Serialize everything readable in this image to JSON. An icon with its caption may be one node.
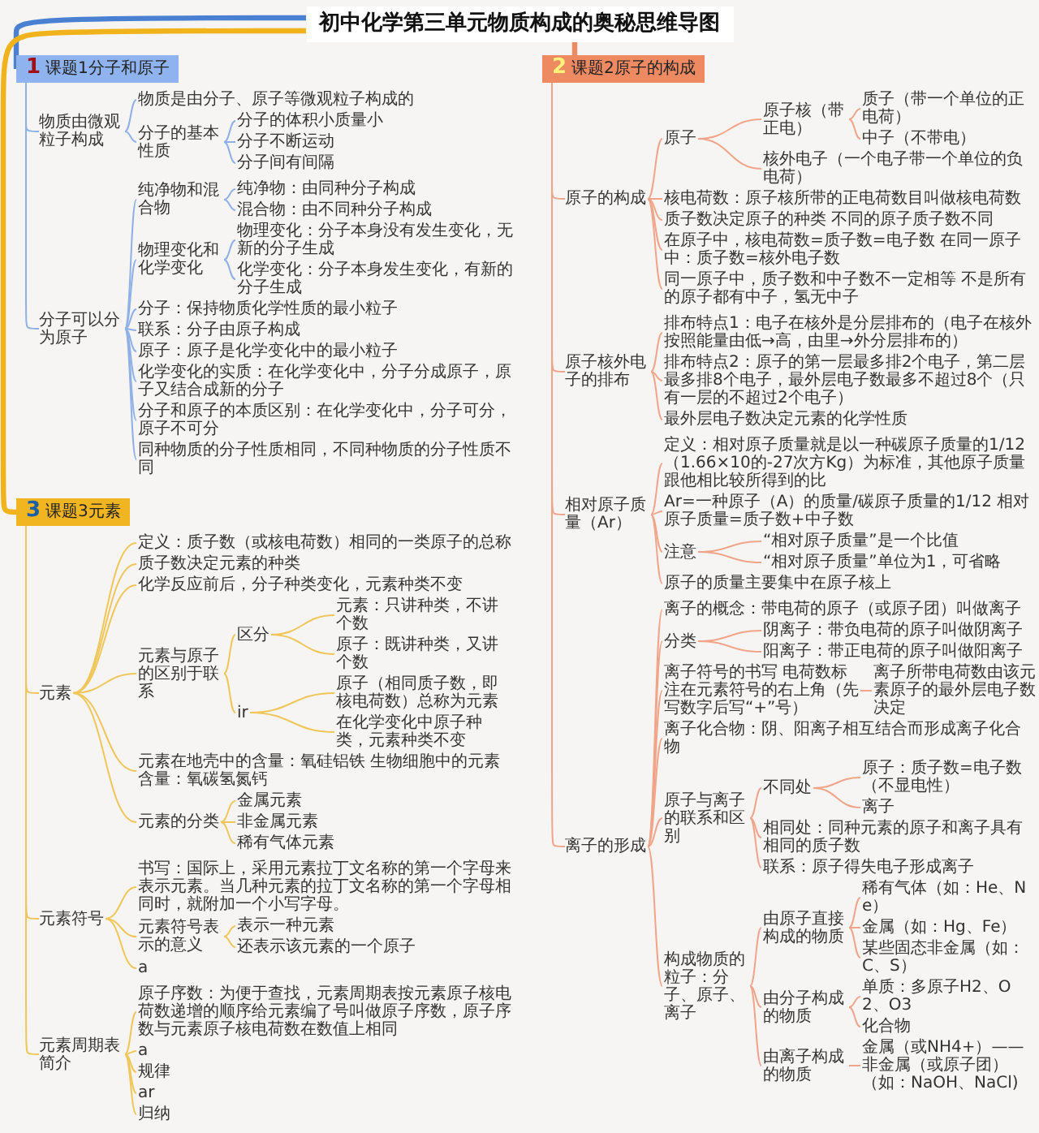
{
  "diagram": {
    "nodes": [
      {
        "text": [
          "初中化学第三单元物质构成的奥秘思维导图"
        ]
      },
      {
        "text": [
          "1",
          "课题1分子和原子"
        ]
      },
      {
        "text": [
          "物质由微观粒子构成"
        ]
      },
      {
        "text": [
          "物质是由分子、原子等微观粒子构成的"
        ]
      },
      {
        "text": [
          "分子的基本性质"
        ]
      },
      {
        "text": [
          "分子的体积小质量小"
        ]
      },
      {
        "text": [
          "分子不断运动"
        ]
      },
      {
        "text": [
          "分子间有间隔"
        ]
      },
      {
        "text": [
          "分子可以分为原子"
        ]
      },
      {
        "text": [
          "纯净物和混合物"
        ]
      },
      {
        "text": [
          "纯净物：由同种分子构成"
        ]
      },
      {
        "text": [
          "混合物：由不同种分子构成"
        ]
      },
      {
        "text": [
          "物理变化和化学变化"
        ]
      },
      {
        "text": [
          "物理变化：分子本身没有发生变化，无新的分子生成"
        ]
      },
      {
        "text": [
          "化学变化：分子本身发生变化，有新的分子生成"
        ]
      },
      {
        "text": [
          "分子：保持物质化学性质的最小粒子"
        ]
      },
      {
        "text": [
          "联系：分子由原子构成"
        ]
      },
      {
        "text": [
          "原子：原子是化学变化中的最小粒子"
        ]
      },
      {
        "text": [
          "化学变化的实质：在化学变化中，分子分成原子，原子又结合成新的分子"
        ]
      },
      {
        "text": [
          "分子和原子的本质区别：在化学变化中，分子可分，原子不可分"
        ]
      },
      {
        "text": [
          "同种物质的分子性质相同，不同种物质的分子性质不同"
        ]
      },
      {
        "text": [
          "2",
          "课题2原子的构成"
        ]
      },
      {
        "text": [
          "原子的构成"
        ]
      },
      {
        "text": [
          "原子"
        ]
      },
      {
        "text": [
          "原子核（带正电）"
        ]
      },
      {
        "text": [
          "质子（带一个单位的正电荷）"
        ]
      },
      {
        "text": [
          "中子（不带电）"
        ]
      },
      {
        "text": [
          "核外电子（一个电子带一个单位的负电荷）"
        ]
      },
      {
        "text": [
          "核电荷数：原子核所带的正电荷数目叫做核电荷数"
        ]
      },
      {
        "text": [
          "质子数决定原子的种类 不同的原子质子数不同"
        ]
      },
      {
        "text": [
          "在原子中，核电荷数=质子数=电子数 在同一原子中：质子数=核外电子数"
        ]
      },
      {
        "text": [
          "同一原子中，质子数和中子数不一定相等 不是所有的原子都有中子，氢无中子"
        ]
      },
      {
        "text": [
          "原子核外电子的排布"
        ]
      },
      {
        "text": [
          "排布特点1：电子在核外是分层排布的（电子在核外按照能量由低→高，由里→外分层排布的）"
        ]
      },
      {
        "text": [
          "排布特点2：原子的第一层最多排2个电子，第二层最多排8个电子，最外层电子数最多不超过8个（只有一层的不超过2个电子）"
        ]
      },
      {
        "text": [
          "最外层电子数决定元素的化学性质"
        ]
      },
      {
        "text": [
          "相对原子质量（Ar）"
        ]
      },
      {
        "text": [
          "定义：相对原子质量就是以一种碳原子质量的1/12（1.66×10的-27次方Kg）为标准，其他原子质量跟他相比较所得到的比"
        ]
      },
      {
        "text": [
          "Ar=一种原子（A）的质量/碳原子质量的1/12 相对原子质量=质子数+中子数"
        ]
      },
      {
        "text": [
          "注意"
        ]
      },
      {
        "text": [
          "“相对原子质量”是一个比值"
        ]
      },
      {
        "text": [
          "“相对原子质量”单位为1，可省略"
        ]
      },
      {
        "text": [
          "原子的质量主要集中在原子核上"
        ]
      },
      {
        "text": [
          "离子的形成"
        ]
      },
      {
        "text": [
          "离子的概念：带电荷的原子（或原子团）叫做离子"
        ]
      },
      {
        "text": [
          "分类"
        ]
      },
      {
        "text": [
          "阴离子：带负电荷的原子叫做阴离子"
        ]
      },
      {
        "text": [
          "阳离子：带正电荷的原子叫做阳离子"
        ]
      },
      {
        "text": [
          "离子符号的书写 电荷数标注在元素符号的右上角（先写数字后写“+”号）"
        ]
      },
      {
        "text": [
          "离子所带电荷数由该元素原子的最外层电子数决定"
        ]
      },
      {
        "text": [
          "离子化合物：阴、阳离子相互结合而形成离子化合物"
        ]
      },
      {
        "text": [
          "原子与离子的联系和区别"
        ]
      },
      {
        "text": [
          "不同处"
        ]
      },
      {
        "text": [
          "原子：质子数=电子数（不显电性）"
        ]
      },
      {
        "text": [
          "离子"
        ]
      },
      {
        "text": [
          "相同处：同种元素的原子和离子具有相同的质子数"
        ]
      },
      {
        "text": [
          "联系：原子得失电子形成离子"
        ]
      },
      {
        "text": [
          "构成物质的粒子：分子、原子、离子"
        ]
      },
      {
        "text": [
          "由原子直接构成的物质"
        ]
      },
      {
        "text": [
          "稀有气体（如：He、Ne）"
        ]
      },
      {
        "text": [
          "金属（如：Hg、Fe）"
        ]
      },
      {
        "text": [
          "某些固态非金属（如：C、S）"
        ]
      },
      {
        "text": [
          "由分子构成的物质"
        ]
      },
      {
        "text": [
          "单质：多原子H2、O2、O3"
        ]
      },
      {
        "text": [
          "化合物"
        ]
      },
      {
        "text": [
          "由离子构成的物质"
        ]
      },
      {
        "text": [
          "金属（或NH4+）——非金属（或原子团）（如：NaOH、NaCl)"
        ]
      },
      {
        "text": [
          "3",
          "课题3元素"
        ]
      },
      {
        "text": [
          "元素"
        ]
      },
      {
        "text": [
          "定义：质子数（或核电荷数）相同的一类原子的总称"
        ]
      },
      {
        "text": [
          "质子数决定元素的种类"
        ]
      },
      {
        "text": [
          "化学反应前后，分子种类变化，元素种类不变"
        ]
      },
      {
        "text": [
          "元素与原子的区别于联系"
        ]
      },
      {
        "text": [
          "区分"
        ]
      },
      {
        "text": [
          "元素：只讲种类，不讲个数"
        ]
      },
      {
        "text": [
          "原子：既讲种类，又讲个数"
        ]
      },
      {
        "text": [
          "ir"
        ]
      },
      {
        "text": [
          "原子（相同质子数，即核电荷数）总称为元素"
        ]
      },
      {
        "text": [
          "在化学变化中原子种类，元素种类不变"
        ]
      },
      {
        "text": [
          "元素在地壳中的含量：氧硅铝铁 生物细胞中的元素含量：氧碳氢氮钙"
        ]
      },
      {
        "text": [
          "元素的分类"
        ]
      },
      {
        "text": [
          "金属元素"
        ]
      },
      {
        "text": [
          "非金属元素"
        ]
      },
      {
        "text": [
          "稀有气体元素"
        ]
      },
      {
        "text": [
          "元素符号"
        ]
      },
      {
        "text": [
          "书写：国际上，采用元素拉丁文名称的第一个字母来表示元素。当几种元素的拉丁文名称的第一个字母相同时，就附加一个小写字母。"
        ]
      },
      {
        "text": [
          "元素符号表示的意义"
        ]
      },
      {
        "text": [
          "表示一种元素"
        ]
      },
      {
        "text": [
          "还表示该元素的一个原子"
        ]
      },
      {
        "text": [
          "a"
        ]
      },
      {
        "text": [
          "元素周期表简介"
        ]
      },
      {
        "text": [
          "原子序数：为便于查找，元素周期表按元素原子核电荷数递增的顺序给元素编了号叫做原子序数，原子序数与元素原子核电荷数在数值上相同"
        ]
      },
      {
        "text": [
          "a"
        ]
      },
      {
        "text": [
          "规律"
        ]
      },
      {
        "text": [
          "ar"
        ]
      },
      {
        "text": [
          "归纳"
        ]
      }
    ],
    "edges": [
      {
        "from": 0,
        "to": 1,
        "arrow": "none",
        "style": "thick",
        "color": "#4a80d2"
      },
      {
        "from": 1,
        "to": 2,
        "arrow": "none",
        "color": "#8fb0e6"
      },
      {
        "from": 2,
        "to": 3,
        "arrow": "none",
        "color": "#8fb0e6"
      },
      {
        "from": 2,
        "to": 4,
        "arrow": "none",
        "color": "#8fb0e6"
      },
      {
        "from": 4,
        "to": 5,
        "arrow": "none",
        "color": "#8fb0e6"
      },
      {
        "from": 4,
        "to": 6,
        "arrow": "none",
        "color": "#8fb0e6"
      },
      {
        "from": 4,
        "to": 7,
        "arrow": "none",
        "color": "#8fb0e6"
      },
      {
        "from": 1,
        "to": 8,
        "arrow": "none",
        "color": "#8fb0e6"
      },
      {
        "from": 8,
        "to": 9,
        "arrow": "none",
        "color": "#8fb0e6"
      },
      {
        "from": 9,
        "to": 10,
        "arrow": "none",
        "color": "#8fb0e6"
      },
      {
        "from": 9,
        "to": 11,
        "arrow": "none",
        "color": "#8fb0e6"
      },
      {
        "from": 8,
        "to": 12,
        "arrow": "none",
        "color": "#8fb0e6"
      },
      {
        "from": 12,
        "to": 13,
        "arrow": "none",
        "color": "#8fb0e6"
      },
      {
        "from": 12,
        "to": 14,
        "arrow": "none",
        "color": "#8fb0e6"
      },
      {
        "from": 8,
        "to": 15,
        "arrow": "none",
        "color": "#8fb0e6"
      },
      {
        "from": 8,
        "to": 16,
        "arrow": "none",
        "color": "#8fb0e6"
      },
      {
        "from": 8,
        "to": 17,
        "arrow": "none",
        "color": "#8fb0e6"
      },
      {
        "from": 8,
        "to": 18,
        "arrow": "none",
        "color": "#8fb0e6"
      },
      {
        "from": 8,
        "to": 19,
        "arrow": "none",
        "color": "#8fb0e6"
      },
      {
        "from": 8,
        "to": 20,
        "arrow": "none",
        "color": "#8fb0e6"
      },
      {
        "from": 0,
        "to": 21,
        "arrow": "none",
        "style": "thick",
        "color": "#ec8a63"
      },
      {
        "from": 21,
        "to": 22,
        "arrow": "none"
      },
      {
        "from": 22,
        "to": 23,
        "arrow": "none"
      },
      {
        "from": 23,
        "to": 24,
        "arrow": "none"
      },
      {
        "from": 24,
        "to": 25,
        "arrow": "none"
      },
      {
        "from": 24,
        "to": 26,
        "arrow": "none"
      },
      {
        "from": 23,
        "to": 27,
        "arrow": "none"
      },
      {
        "from": 22,
        "to": 28,
        "arrow": "none"
      },
      {
        "from": 22,
        "to": 29,
        "arrow": "none"
      },
      {
        "from": 22,
        "to": 30,
        "arrow": "none"
      },
      {
        "from": 22,
        "to": 31,
        "arrow": "none"
      },
      {
        "from": 21,
        "to": 32,
        "arrow": "none"
      },
      {
        "from": 32,
        "to": 33,
        "arrow": "none"
      },
      {
        "from": 32,
        "to": 34,
        "arrow": "none"
      },
      {
        "from": 32,
        "to": 35,
        "arrow": "none"
      },
      {
        "from": 21,
        "to": 36,
        "arrow": "none"
      },
      {
        "from": 36,
        "to": 37,
        "arrow": "none"
      },
      {
        "from": 36,
        "to": 38,
        "arrow": "none"
      },
      {
        "from": 36,
        "to": 39,
        "arrow": "none"
      },
      {
        "from": 39,
        "to": 40,
        "arrow": "none"
      },
      {
        "from": 39,
        "to": 41,
        "arrow": "none"
      },
      {
        "from": 36,
        "to": 42,
        "arrow": "none"
      },
      {
        "from": 21,
        "to": 43,
        "arrow": "none"
      },
      {
        "from": 43,
        "to": 44,
        "arrow": "none"
      },
      {
        "from": 43,
        "to": 45,
        "arrow": "none"
      },
      {
        "from": 45,
        "to": 46,
        "arrow": "none"
      },
      {
        "from": 45,
        "to": 47,
        "arrow": "none"
      },
      {
        "from": 43,
        "to": 48,
        "arrow": "none"
      },
      {
        "from": 48,
        "to": 49,
        "arrow": "none"
      },
      {
        "from": 43,
        "to": 50,
        "arrow": "none"
      },
      {
        "from": 43,
        "to": 51,
        "arrow": "none"
      },
      {
        "from": 51,
        "to": 52,
        "arrow": "none"
      },
      {
        "from": 52,
        "to": 53,
        "arrow": "none"
      },
      {
        "from": 52,
        "to": 54,
        "arrow": "none"
      },
      {
        "from": 51,
        "to": 55,
        "arrow": "none"
      },
      {
        "from": 51,
        "to": 56,
        "arrow": "none"
      },
      {
        "from": 43,
        "to": 57,
        "arrow": "none"
      },
      {
        "from": 57,
        "to": 58,
        "arrow": "none"
      },
      {
        "from": 58,
        "to": 59,
        "arrow": "none"
      },
      {
        "from": 58,
        "to": 60,
        "arrow": "none"
      },
      {
        "from": 58,
        "to": 61,
        "arrow": "none"
      },
      {
        "from": 57,
        "to": 62,
        "arrow": "none"
      },
      {
        "from": 62,
        "to": 63,
        "arrow": "none"
      },
      {
        "from": 62,
        "to": 64,
        "arrow": "none"
      },
      {
        "from": 57,
        "to": 65,
        "arrow": "none"
      },
      {
        "from": 65,
        "to": 66,
        "arrow": "none"
      },
      {
        "from": 0,
        "to": 67,
        "arrow": "none",
        "style": "thick",
        "color": "#f0b31c"
      },
      {
        "from": 67,
        "to": 68,
        "arrow": "none",
        "color": "#f0c65a"
      },
      {
        "from": 68,
        "to": 69,
        "arrow": "none",
        "color": "#f0c65a"
      },
      {
        "from": 68,
        "to": 70,
        "arrow": "none",
        "color": "#f0c65a"
      },
      {
        "from": 68,
        "to": 71,
        "arrow": "none",
        "color": "#f0c65a"
      },
      {
        "from": 68,
        "to": 72,
        "arrow": "none",
        "color": "#f0c65a"
      },
      {
        "from": 72,
        "to": 73,
        "arrow": "none",
        "color": "#f0c65a"
      },
      {
        "from": 73,
        "to": 74,
        "arrow": "none",
        "color": "#f0c65a"
      },
      {
        "from": 73,
        "to": 75,
        "arrow": "none",
        "color": "#f0c65a"
      },
      {
        "from": 72,
        "to": 76,
        "arrow": "none",
        "color": "#f0c65a"
      },
      {
        "from": 76,
        "to": 77,
        "arrow": "none",
        "color": "#f0c65a"
      },
      {
        "from": 76,
        "to": 78,
        "arrow": "none",
        "color": "#f0c65a"
      },
      {
        "from": 68,
        "to": 79,
        "arrow": "none",
        "color": "#f0c65a"
      },
      {
        "from": 68,
        "to": 80,
        "arrow": "none",
        "color": "#f0c65a"
      },
      {
        "from": 80,
        "to": 81,
        "arrow": "none",
        "color": "#f0c65a"
      },
      {
        "from": 80,
        "to": 82,
        "arrow": "none",
        "color": "#f0c65a"
      },
      {
        "from": 80,
        "to": 83,
        "arrow": "none",
        "color": "#f0c65a"
      },
      {
        "from": 67,
        "to": 84,
        "arrow": "none",
        "color": "#f0c65a"
      },
      {
        "from": 84,
        "to": 85,
        "arrow": "none",
        "color": "#f0c65a"
      },
      {
        "from": 84,
        "to": 86,
        "arrow": "none",
        "color": "#f0c65a"
      },
      {
        "from": 86,
        "to": 87,
        "arrow": "none",
        "color": "#f0c65a"
      },
      {
        "from": 86,
        "to": 88,
        "arrow": "none",
        "color": "#f0c65a"
      },
      {
        "from": 84,
        "to": 89,
        "arrow": "none",
        "color": "#f0c65a"
      },
      {
        "from": 67,
        "to": 90,
        "arrow": "none",
        "color": "#f0c65a"
      },
      {
        "from": 90,
        "to": 91,
        "arrow": "none",
        "color": "#f0c65a"
      },
      {
        "from": 90,
        "to": 92,
        "arrow": "none",
        "color": "#f0c65a"
      },
      {
        "from": 90,
        "to": 93,
        "arrow": "none",
        "color": "#f0c65a"
      },
      {
        "from": 90,
        "to": 94,
        "arrow": "none",
        "color": "#f0c65a"
      },
      {
        "from": 90,
        "to": 95,
        "arrow": "none",
        "color": "#f0c65a"
      }
    ]
  }
}
